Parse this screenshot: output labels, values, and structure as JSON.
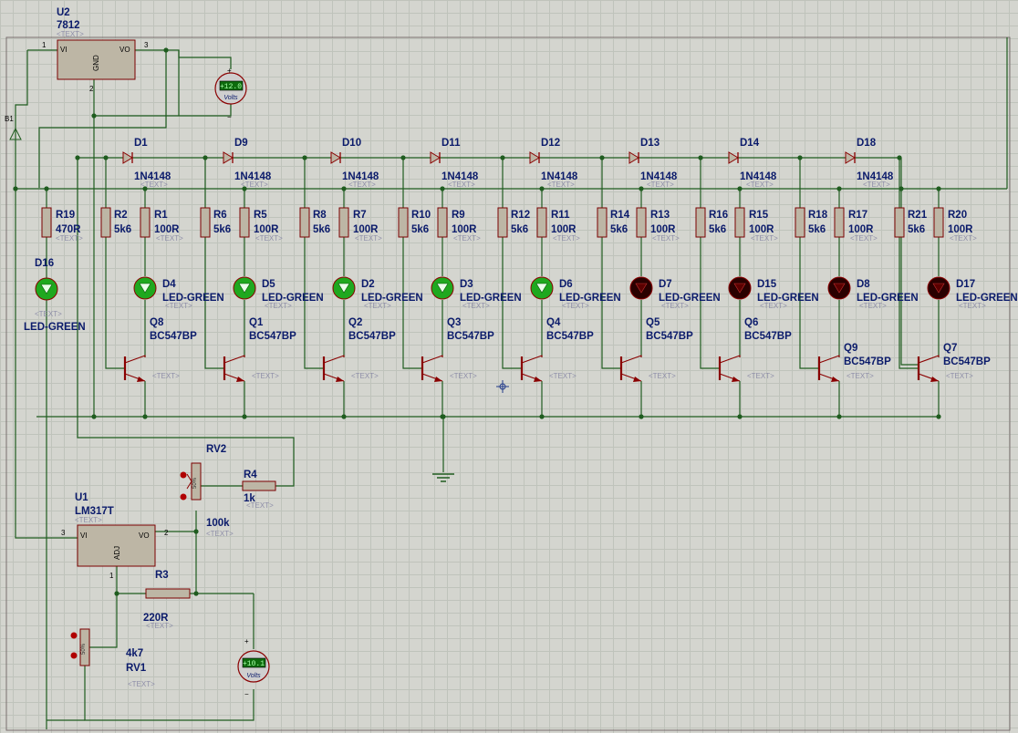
{
  "components": {
    "u2": {
      "ref": "U2",
      "part": "7812",
      "text": "<TEXT>",
      "pin_in": "VI",
      "pin_out": "VO",
      "pin_gnd": "GND",
      "n1": "1",
      "n2": "2",
      "n3": "3"
    },
    "u1": {
      "ref": "U1",
      "part": "LM317T",
      "text": "<TEXT>",
      "pin_in": "VI",
      "pin_out": "VO",
      "pin_adj": "ADJ",
      "n1": "1",
      "n2": "2",
      "n3": "3"
    },
    "b1": {
      "ref": "B1"
    },
    "vm1": {
      "value": "+12.0",
      "unit": "Volts",
      "plus": "+",
      "minus": "−"
    },
    "vm2": {
      "value": "+10.1",
      "unit": "Volts",
      "plus": "+",
      "minus": "−"
    },
    "rv2": {
      "ref": "RV2",
      "value": "100k",
      "text": "<TEXT>",
      "wiper": "50%"
    },
    "rv1": {
      "ref": "RV1",
      "value": "4k7",
      "text": "<TEXT>",
      "wiper": "50%"
    },
    "r4": {
      "ref": "R4",
      "value": "1k",
      "text": "<TEXT>"
    },
    "r3": {
      "ref": "R3",
      "value": "220R",
      "text": "<TEXT>"
    },
    "r19": {
      "ref": "R19",
      "value": "470R",
      "text": "<TEXT>"
    },
    "d16": {
      "ref": "D16",
      "part": "LED-GREEN",
      "text": "<TEXT>",
      "on": true
    }
  },
  "diodes": [
    {
      "ref": "D1",
      "part": "1N4148",
      "text": "<TEXT>"
    },
    {
      "ref": "D9",
      "part": "1N4148",
      "text": "<TEXT>"
    },
    {
      "ref": "D10",
      "part": "1N4148",
      "text": "<TEXT>"
    },
    {
      "ref": "D11",
      "part": "1N4148",
      "text": "<TEXT>"
    },
    {
      "ref": "D12",
      "part": "1N4148",
      "text": "<TEXT>"
    },
    {
      "ref": "D13",
      "part": "1N4148",
      "text": "<TEXT>"
    },
    {
      "ref": "D14",
      "part": "1N4148",
      "text": "<TEXT>"
    },
    {
      "ref": "D18",
      "part": "1N4148",
      "text": "<TEXT>"
    }
  ],
  "stages": [
    {
      "rb": "R2",
      "rb_value": "5k6",
      "rc": "R1",
      "rc_value": "100R",
      "led": "D4",
      "led_part": "LED-GREEN",
      "on": true,
      "q": "Q8",
      "q_part": "BC547BP",
      "text": "<TEXT>"
    },
    {
      "rb": "R6",
      "rb_value": "5k6",
      "rc": "R5",
      "rc_value": "100R",
      "led": "D5",
      "led_part": "LED-GREEN",
      "on": true,
      "q": "Q1",
      "q_part": "BC547BP",
      "text": "<TEXT>"
    },
    {
      "rb": "R8",
      "rb_value": "5k6",
      "rc": "R7",
      "rc_value": "100R",
      "led": "D2",
      "led_part": "LED-GREEN",
      "on": true,
      "q": "Q2",
      "q_part": "BC547BP",
      "text": "<TEXT>"
    },
    {
      "rb": "R10",
      "rb_value": "5k6",
      "rc": "R9",
      "rc_value": "100R",
      "led": "D3",
      "led_part": "LED-GREEN",
      "on": true,
      "q": "Q3",
      "q_part": "BC547BP",
      "text": "<TEXT>"
    },
    {
      "rb": "R12",
      "rb_value": "5k6",
      "rc": "R11",
      "rc_value": "100R",
      "led": "D6",
      "led_part": "LED-GREEN",
      "on": true,
      "q": "Q4",
      "q_part": "BC547BP",
      "text": "<TEXT>"
    },
    {
      "rb": "R14",
      "rb_value": "5k6",
      "rc": "R13",
      "rc_value": "100R",
      "led": "D7",
      "led_part": "LED-GREEN",
      "on": false,
      "q": "Q5",
      "q_part": "BC547BP",
      "text": "<TEXT>"
    },
    {
      "rb": "R16",
      "rb_value": "5k6",
      "rc": "R15",
      "rc_value": "100R",
      "led": "D15",
      "led_part": "LED-GREEN",
      "on": false,
      "q": "Q6",
      "q_part": "BC547BP",
      "text": "<TEXT>"
    },
    {
      "rb": "R18",
      "rb_value": "5k6",
      "rc": "R17",
      "rc_value": "100R",
      "led": "D8",
      "led_part": "LED-GREEN",
      "on": false,
      "q": "Q9",
      "q_part": "BC547BP",
      "text": "<TEXT>"
    },
    {
      "rb": "R21",
      "rb_value": "5k6",
      "rc": "R20",
      "rc_value": "100R",
      "led": "D17",
      "led_part": "LED-GREEN",
      "on": false,
      "q": "Q7",
      "q_part": "BC547BP",
      "text": "<TEXT>"
    }
  ],
  "colors": {
    "led_on": "#1fa81f",
    "led_off": "#2a0000",
    "wire": "#1f5c1f",
    "label": "#0b1b6b"
  }
}
